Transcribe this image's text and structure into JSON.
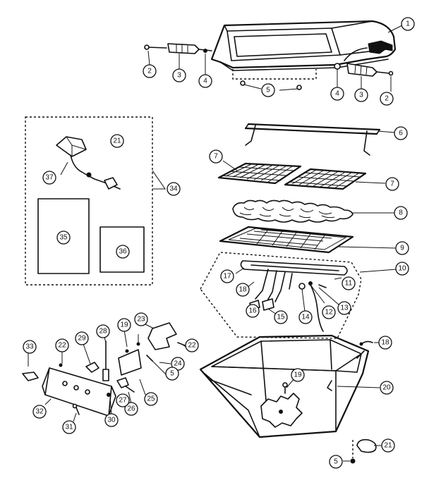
{
  "diagram": {
    "part_numbers": {
      "p1": "1",
      "p2a": "2",
      "p2b": "2",
      "p3a": "3",
      "p3b": "3",
      "p4a": "4",
      "p4b": "4",
      "p5a": "5",
      "p5b": "5",
      "p5c": "5",
      "p6": "6",
      "p7a": "7",
      "p7b": "7",
      "p8": "8",
      "p9": "9",
      "p10": "10",
      "p11": "11",
      "p12": "12",
      "p13": "13",
      "p14": "14",
      "p15": "15",
      "p16": "16",
      "p17": "17",
      "p18a": "18",
      "p18b": "18",
      "p19a": "19",
      "p19b": "19",
      "p20": "20",
      "p21a": "21",
      "p21b": "21",
      "p22a": "22",
      "p22b": "22",
      "p23": "23",
      "p24": "24",
      "p25": "25",
      "p26": "26",
      "p27": "27",
      "p28": "28",
      "p29": "29",
      "p30": "30",
      "p31": "31",
      "p32": "32",
      "p33": "33",
      "p34": "34",
      "p35": "35",
      "p36": "36",
      "p37": "37"
    },
    "line_color": "#111111",
    "background_color": "#ffffff"
  }
}
